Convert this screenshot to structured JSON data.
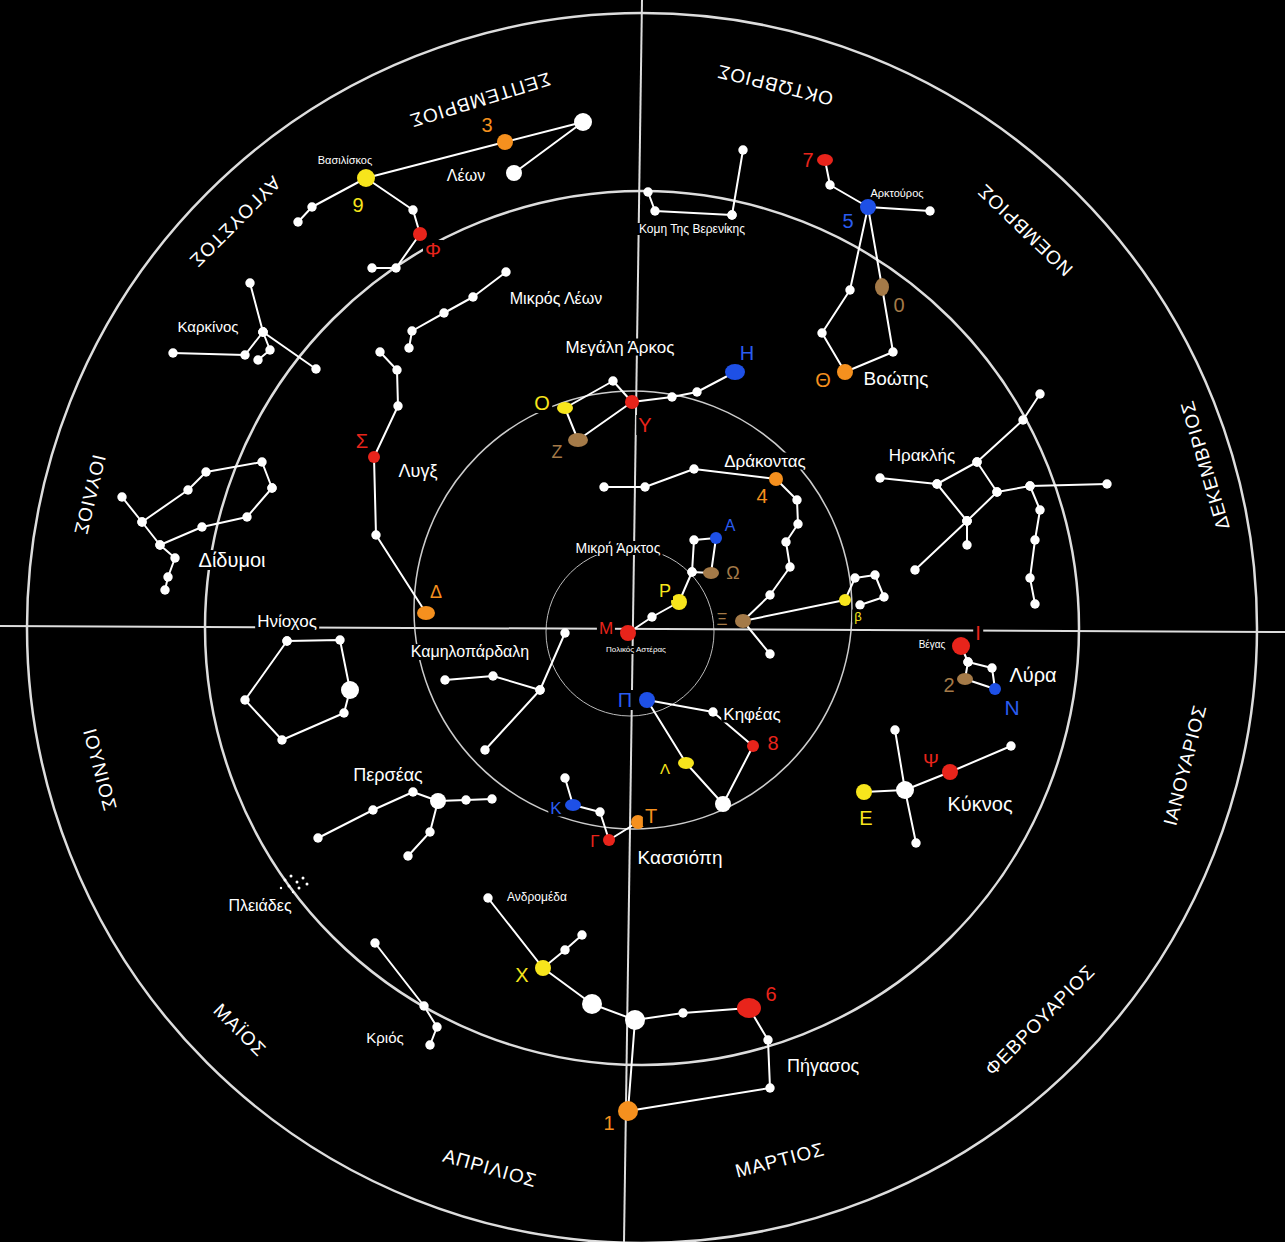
{
  "diagram": {
    "labels": [
      "ΣΕΠΤΕΜΒΡΙΟΣ",
      "ΟΚΤΩΒΡΙΟΣ",
      "ΝΟΕΜΒΡΙΟΣ",
      "ΔΕΚΕΜΒΡΙΟΣ",
      "ΙΑΝΟΥΑΡΙΟΣ",
      "ΦΕΒΡΟΥΑΡΙΟΣ",
      "ΜΑΡΤΙΟΣ",
      "ΑΠΡΙΛΙΟΣ",
      "ΜΑΪΟΣ",
      "ΙΟΥΝΙΟΣ",
      "ΙΟΥΛΙΟΣ",
      "ΑΥΓΟΥΣΤΟΣ",
      "Λέων",
      "Κομη Της Βερενίκης",
      "Μικρός Λέων",
      "Καρκίνος",
      "Μεγάλη Άρκος",
      "Βοώτης",
      "Λυγξ",
      "Δράκοντας",
      "Ηρακλής",
      "Δίδυμοι",
      "Μικρή Άρκτος",
      "Ηνίοχος",
      "Καμηλοπάρδαλη",
      "Λύρα",
      "Κηφέας",
      "Κύκνος",
      "Περσέας",
      "Κασσιόπη",
      "Πλειάδες",
      "Ανδρομέδα",
      "Κριός",
      "Πήγασος",
      "Βασιλίσκος",
      "Αρκτούρος",
      "Βέγας",
      "Πολικός Αστέρας",
      "3",
      "9",
      "Φ",
      "7",
      "5",
      "0",
      "Θ",
      "Η",
      "Ο",
      "Υ",
      "Ζ",
      "Σ",
      "4",
      "Α",
      "Ω",
      "Ρ",
      "Ξ",
      "β",
      "Δ",
      "Μ",
      "Ι",
      "2",
      "Ν",
      "Π",
      "8",
      "Λ",
      "Ψ",
      "Ε",
      "Κ",
      "Τ",
      "Γ",
      "Χ",
      "6",
      "1"
    ]
  }
}
